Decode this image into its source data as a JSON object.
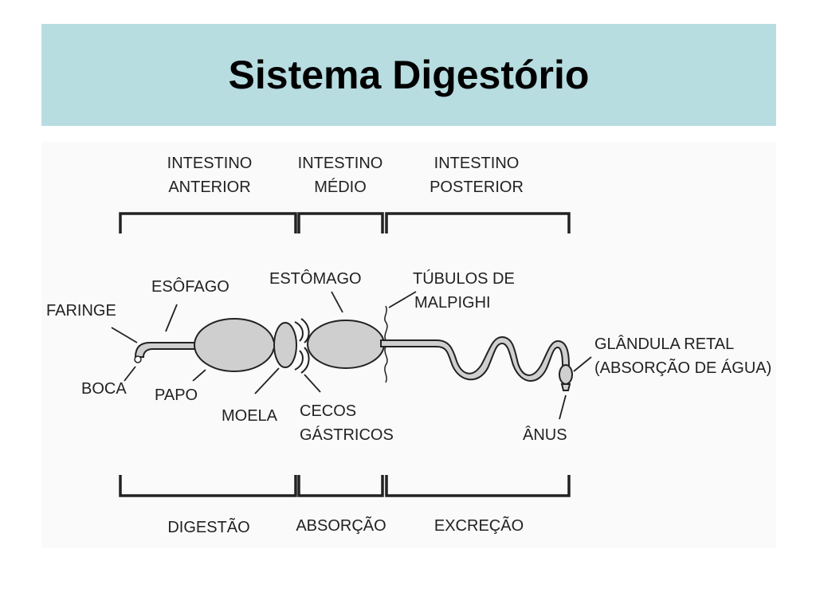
{
  "slide": {
    "title": "Sistema Digestório"
  },
  "diagram": {
    "colors": {
      "title_bar": "#b7dde1",
      "organ_fill": "#cfcfcf",
      "stroke": "#222222"
    },
    "regions_top": [
      {
        "line1": "INTESTINO",
        "line2": "ANTERIOR"
      },
      {
        "line1": "INTESTINO",
        "line2": "MÉDIO"
      },
      {
        "line1": "INTESTINO",
        "line2": "POSTERIOR"
      }
    ],
    "functions_bottom": [
      "DIGESTÃO",
      "ABSORÇÃO",
      "EXCREÇÃO"
    ],
    "labels": {
      "faringe": "FARINGE",
      "esofago": "ESÔFAGO",
      "boca": "BOCA",
      "papo": "PAPO",
      "moela": "MOELA",
      "estomago": "ESTÔMAGO",
      "cecos_1": "CECOS",
      "cecos_2": "GÁSTRICOS",
      "tubulos_1": "TÚBULOS DE",
      "tubulos_2": "MALPIGHI",
      "glandula_1": "GLÂNDULA RETAL",
      "glandula_2": "(ABSORÇÃO DE ÁGUA)",
      "anus": "ÂNUS"
    }
  }
}
